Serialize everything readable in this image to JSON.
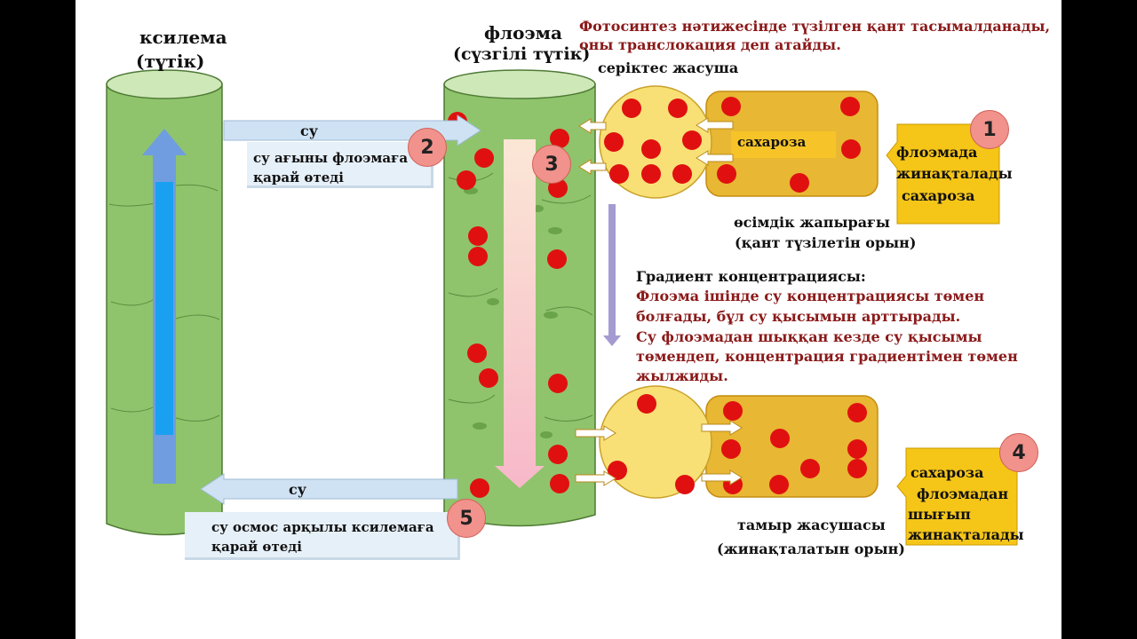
{
  "labels": {
    "xylem": "ксилема",
    "xylem_sub": "(түтік)",
    "phloem": "флоэма",
    "phloem_sub": "(сүзгілі түтік)",
    "title_line1": "Фотосинтез нәтижесінде түзілген қант тасымалданады,",
    "title_line2": "оны транслокация деп атайды.",
    "companion_cell": "серіктес жасуша",
    "sucrose_leaf": "сахароза",
    "leaf_line1": "өсімдік жапырағы",
    "leaf_line2": "(қант түзілетін орын)",
    "gradient_heading": "Градиент концентрациясы:",
    "gradient_lines": [
      "Флоэма ішінде  су концентрациясы төмен",
      "болғады, бұл су қысымын арттырады.",
      "Су флоэмадан шыққан кезде су қысымы",
      "төмендеп, концентрация градиентімен төмен",
      "жылжиды."
    ],
    "root_line1": "тамыр жасушасы",
    "root_line2": "(жинақталатын орын)",
    "water_top": "су",
    "water_top_desc1": "су ағыны флоэмаға",
    "water_top_desc2": "қарай өтеді",
    "water_bottom": "су",
    "water_bottom_desc1": "су осмос арқылы ксилемаға",
    "water_bottom_desc2": "қарай өтеді",
    "note1_line1": "флоэмада",
    "note1_line2": "жинақталады",
    "note1_line3": "сахароза",
    "note4_line1": "сахароза",
    "note4_line2": "флоэмадан",
    "note4_line3": "шығып",
    "note4_line4": "жинақталады"
  },
  "steps": [
    "1",
    "2",
    "3",
    "4",
    "5"
  ],
  "colors": {
    "tube_green": "#8fc46c",
    "tube_top": "#cfe8b8",
    "sugar_dot": "#e01010",
    "leaf_cell": "#e8b733",
    "companion": "#f8e076",
    "water_arrow": "#cfe2f3",
    "xylem_arrow": "#1aa0f0",
    "badge": "#f1928c",
    "note": "#f5c518",
    "text_red": "#8b1a1a"
  },
  "icons": [
    "up-arrow-icon",
    "down-arrow-icon",
    "right-arrow-icon",
    "left-arrow-icon",
    "sucrose-dot-icon"
  ]
}
